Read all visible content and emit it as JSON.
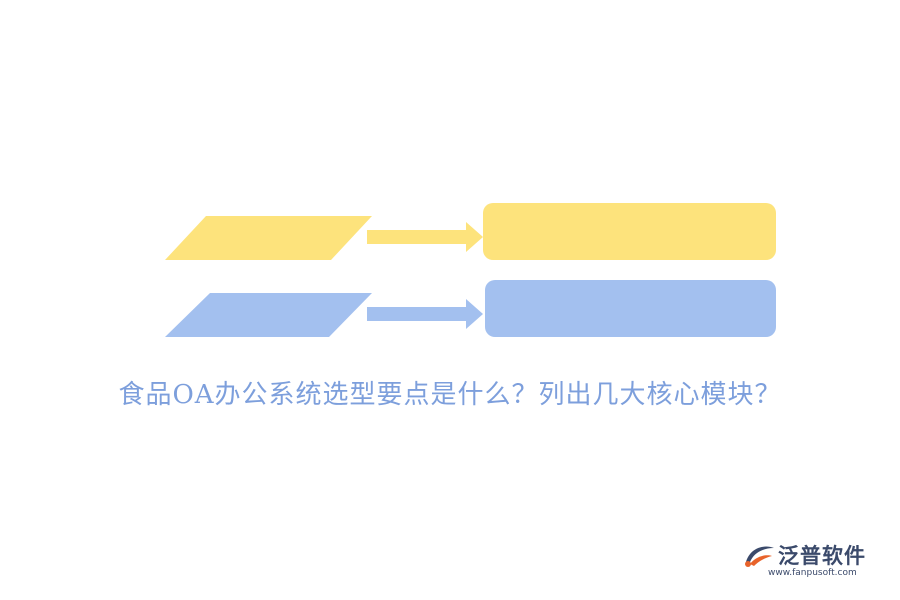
{
  "title": "食品OA办公系统选型要点是什么？列出几大核心模块？",
  "colors": {
    "yellow": "#fde37c",
    "blue": "#a3c0ef",
    "title": "#7d9fdc",
    "logo_text": "#3b4a6b",
    "logo_accent": "#e8632b"
  },
  "logo": {
    "brand": "泛普软件",
    "url": "www.fanpusoft.com",
    "icon": "fanpu-logo-icon"
  }
}
